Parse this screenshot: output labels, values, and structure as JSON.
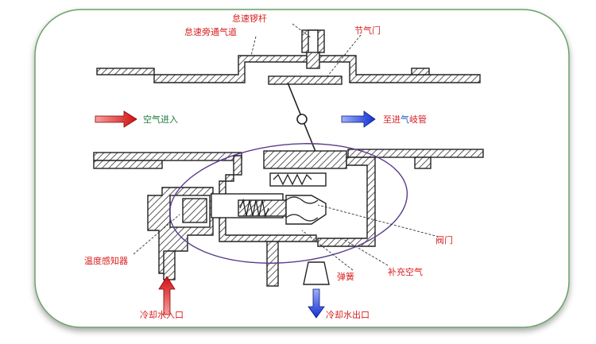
{
  "labels": {
    "idle_lever": "怠速锣杆",
    "idle_bypass": "怠速旁通气道",
    "throttle": "节气门",
    "air_in": "空气进入",
    "to_manifold_a": "至进",
    "to_manifold_b": "气",
    "to_manifold_c": "岐管",
    "valve": "阀门",
    "supplement_air": "补充空气",
    "spring": "弹簧",
    "temp_sensor": "温度感知器",
    "coolant_in": "冷却水入口",
    "coolant_out": "冷却水出口"
  },
  "colors": {
    "frame_border": "#6aa06a",
    "ellipse": "#5a3a8c",
    "label_red": "#d81e1e",
    "label_green": "#1e7a3a",
    "label_blue": "#1e60c8",
    "arrow_red": "#e02020",
    "arrow_blue": "#2040e0"
  }
}
